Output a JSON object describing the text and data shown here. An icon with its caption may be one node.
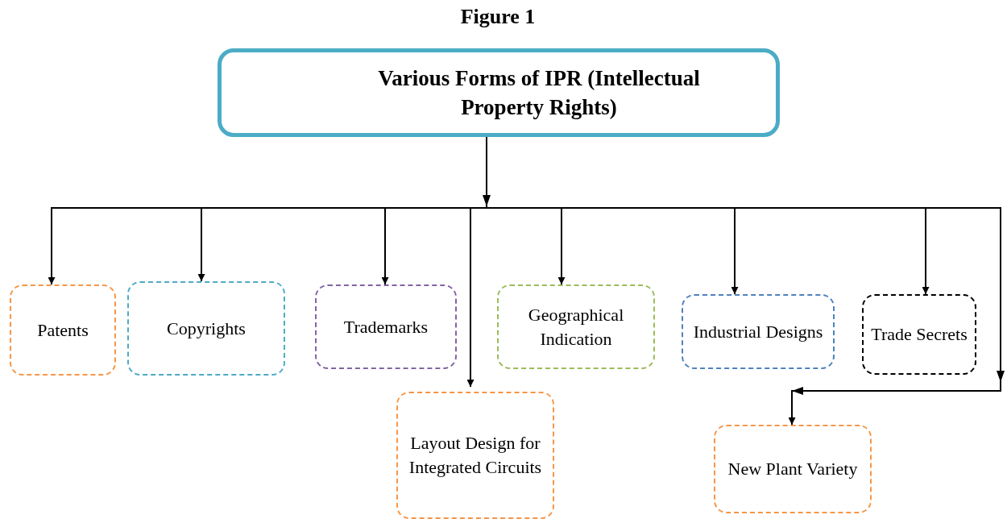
{
  "diagram": {
    "title": "Figure 1",
    "nodes": [
      {
        "text": [
          "Various Forms of IPR (Intellectual Property Rights)"
        ]
      },
      {
        "text": [
          "Patents"
        ]
      },
      {
        "text": [
          "Copyrights"
        ]
      },
      {
        "text": [
          "Trademarks"
        ]
      },
      {
        "text": [
          "Layout Design for Integrated Circuits"
        ]
      },
      {
        "text": [
          "Geographical Indication"
        ]
      },
      {
        "text": [
          "Industrial Designs"
        ]
      },
      {
        "text": [
          "Trade Secrets"
        ]
      },
      {
        "text": [
          "New Plant Variety"
        ]
      }
    ],
    "edges": [
      {
        "from": 0,
        "to": 1,
        "arrow": "to"
      },
      {
        "from": 0,
        "to": 2,
        "arrow": "to"
      },
      {
        "from": 0,
        "to": 3,
        "arrow": "to"
      },
      {
        "from": 0,
        "to": 4,
        "arrow": "to"
      },
      {
        "from": 0,
        "to": 5,
        "arrow": "to"
      },
      {
        "from": 0,
        "to": 6,
        "arrow": "to"
      },
      {
        "from": 0,
        "to": 7,
        "arrow": "to"
      },
      {
        "from": 0,
        "to": 8,
        "arrow": "to"
      }
    ]
  }
}
